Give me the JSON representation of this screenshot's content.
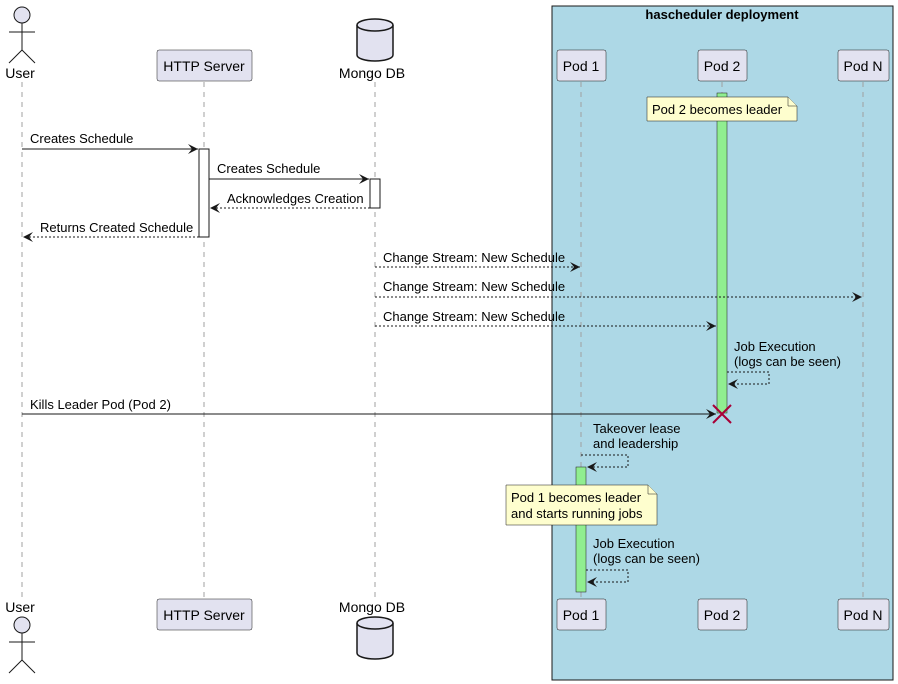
{
  "group": {
    "title": "hascheduler deployment",
    "fill": "#add8e6"
  },
  "participants": [
    {
      "id": "user",
      "label": "User",
      "kind": "actor"
    },
    {
      "id": "http",
      "label": "HTTP Server",
      "kind": "box"
    },
    {
      "id": "mongo",
      "label": "Mongo DB",
      "kind": "database"
    },
    {
      "id": "pod1",
      "label": "Pod 1",
      "kind": "box"
    },
    {
      "id": "pod2",
      "label": "Pod 2",
      "kind": "box"
    },
    {
      "id": "podn",
      "label": "Pod N",
      "kind": "box"
    }
  ],
  "messages": [
    {
      "from": "user",
      "to": "http",
      "text": [
        "Creates Schedule"
      ],
      "style": "solid"
    },
    {
      "from": "http",
      "to": "mongo",
      "text": [
        "Creates Schedule"
      ],
      "style": "solid"
    },
    {
      "from": "mongo",
      "to": "http",
      "text": [
        "Acknowledges Creation"
      ],
      "style": "dashed"
    },
    {
      "from": "http",
      "to": "user",
      "text": [
        "Returns Created Schedule"
      ],
      "style": "dashed"
    },
    {
      "from": "mongo",
      "to": "pod1",
      "text": [
        "Change Stream: New Schedule"
      ],
      "style": "dashed"
    },
    {
      "from": "mongo",
      "to": "podn",
      "text": [
        "Change Stream: New Schedule"
      ],
      "style": "dashed"
    },
    {
      "from": "mongo",
      "to": "pod2",
      "text": [
        "Change Stream: New Schedule"
      ],
      "style": "dashed"
    },
    {
      "from": "pod2",
      "to": "pod2",
      "text": [
        "Job Execution",
        "(logs can be seen)"
      ],
      "style": "dashed"
    },
    {
      "from": "user",
      "to": "pod2",
      "text": [
        "Kills Leader Pod (Pod 2)"
      ],
      "style": "solid"
    },
    {
      "from": "pod1",
      "to": "pod1",
      "text": [
        "Takeover lease",
        "and leadership"
      ],
      "style": "dashed"
    },
    {
      "from": "pod1",
      "to": "pod1",
      "text": [
        "Job Execution",
        "(logs can be seen)"
      ],
      "style": "dashed"
    }
  ],
  "notes": [
    {
      "text": [
        "Pod 2 becomes leader"
      ]
    },
    {
      "text": [
        "Pod 1 becomes leader",
        "and starts running jobs"
      ]
    }
  ],
  "colors": {
    "participant_fill": "#e2e2f0",
    "activation_leader": "#90ee90",
    "note_fill": "#fefece",
    "destroy_mark": "#a80036"
  }
}
